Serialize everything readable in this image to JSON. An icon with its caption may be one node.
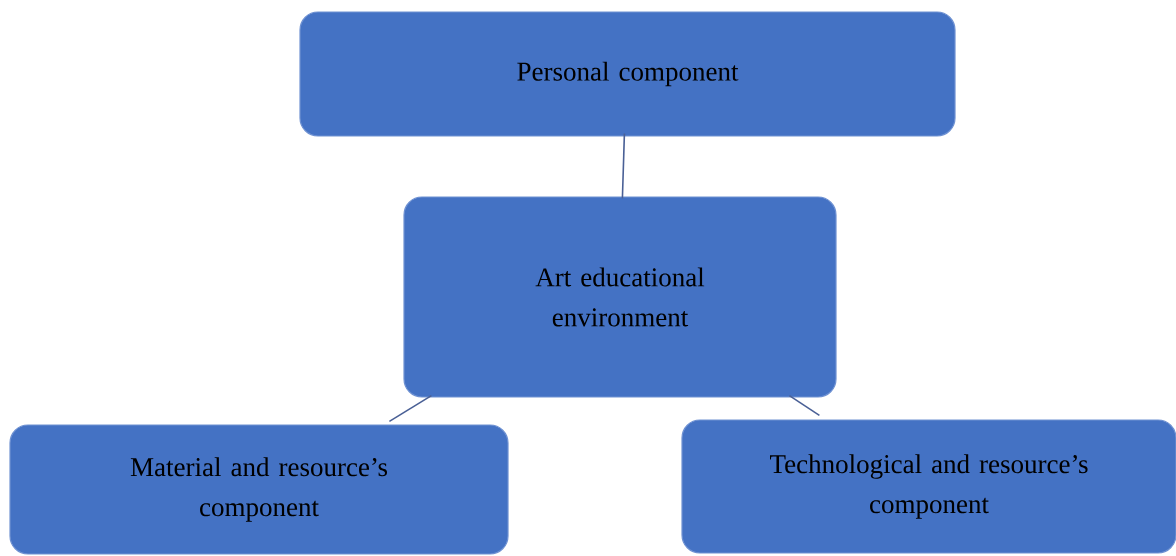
{
  "diagram": {
    "nodes": [
      {
        "text": [
          "Personal component"
        ]
      },
      {
        "text": [
          "Art educational environment"
        ]
      },
      {
        "text": [
          "Material and resource’s component"
        ]
      },
      {
        "text": [
          "Technological and resource’s component"
        ]
      }
    ],
    "edges": [
      {
        "from": 0,
        "to": 1,
        "arrow": "none"
      },
      {
        "from": 1,
        "to": 2,
        "arrow": "none"
      },
      {
        "from": 1,
        "to": 3,
        "arrow": "none"
      }
    ]
  }
}
